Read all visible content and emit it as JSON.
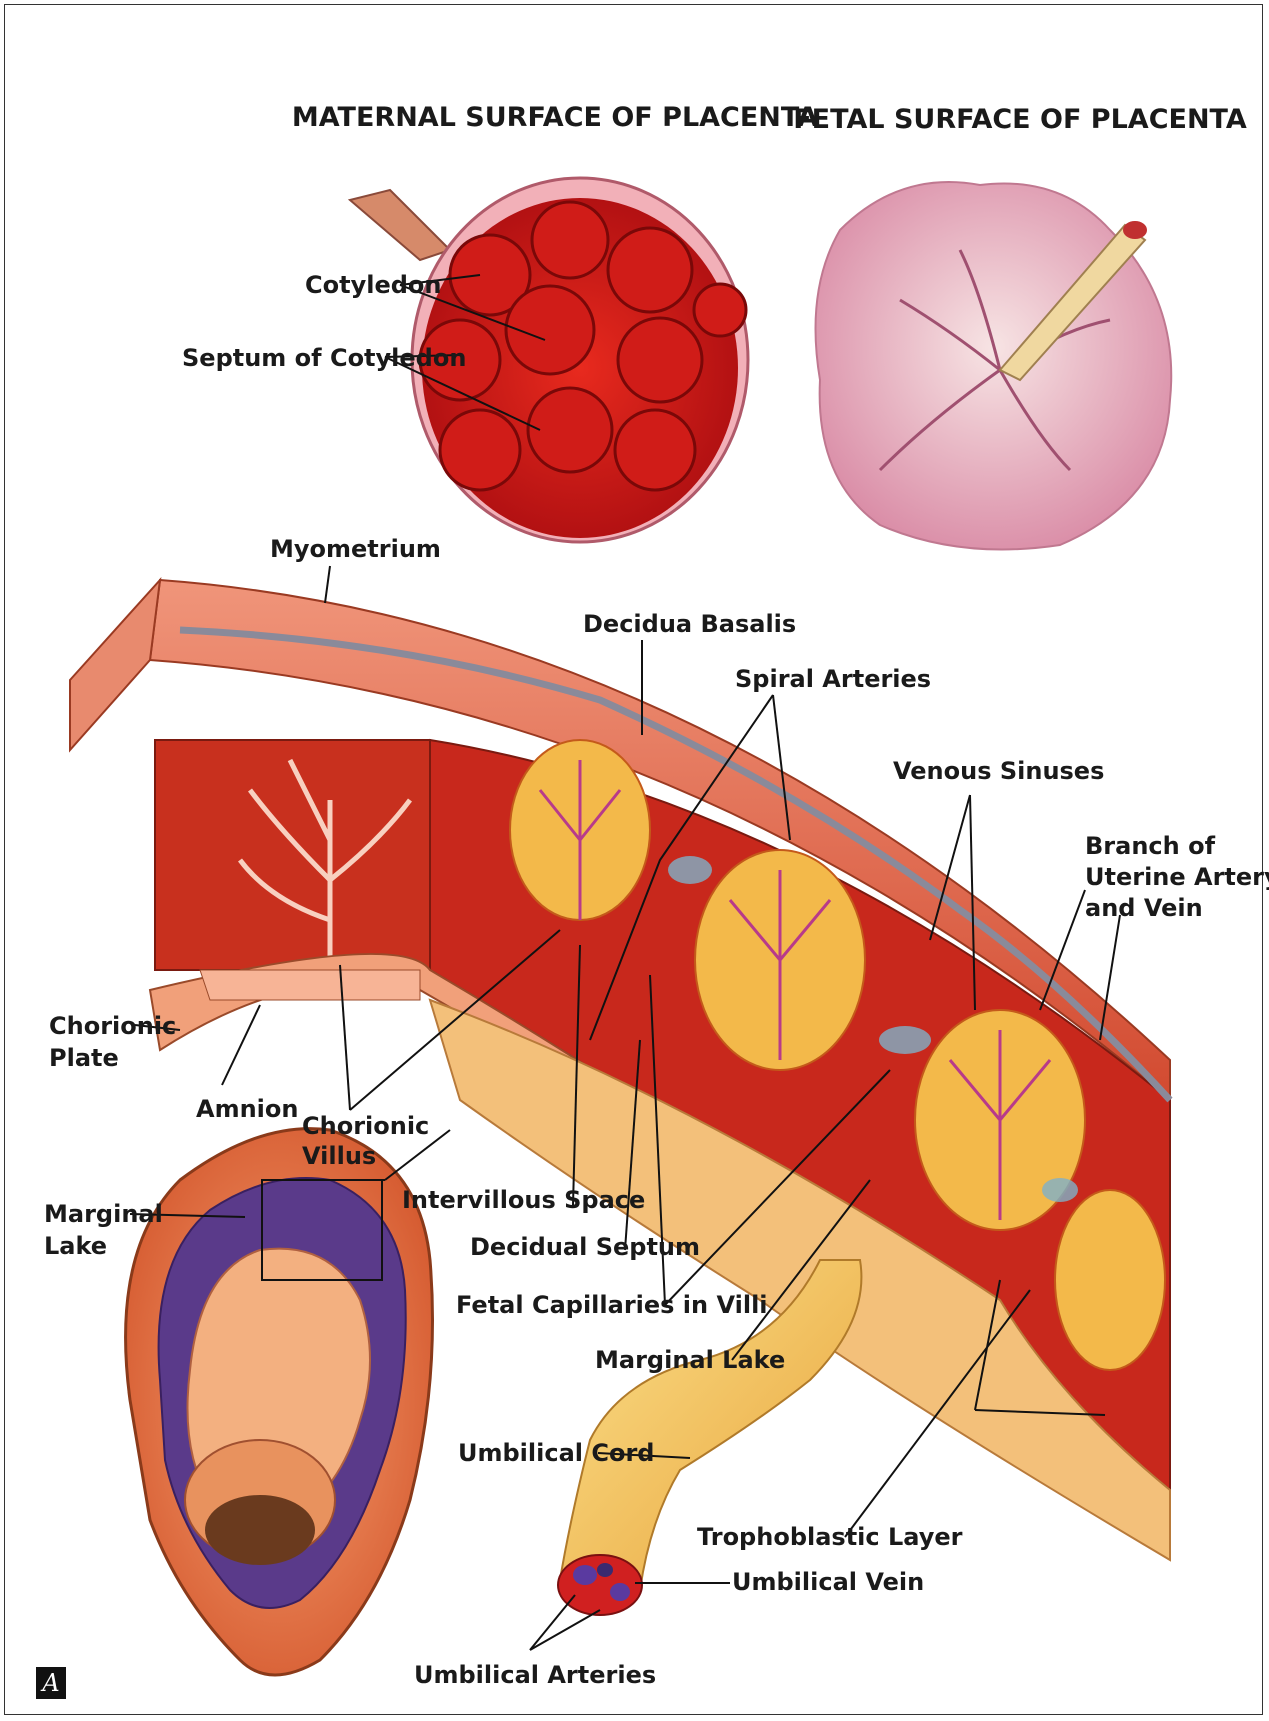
{
  "headings": {
    "maternal": "MATERNAL SURFACE OF PLACENTA",
    "fetal": "FETAL SURFACE OF PLACENTA"
  },
  "labels": {
    "cotyledon": "Cotyledon",
    "septum_of_cotyledon": "Septum of Cotyledon",
    "myometrium": "Myometrium",
    "decidua_basalis": "Decidua Basalis",
    "spiral_arteries": "Spiral Arteries",
    "venous_sinuses": "Venous Sinuses",
    "branch_line1": "Branch of",
    "branch_line2": "Uterine Artery",
    "branch_line3": "and Vein",
    "chorionic_plate_line1": "Chorionic",
    "chorionic_plate_line2": "Plate",
    "amnion": "Amnion",
    "chorionic_villus_line1": "Chorionic",
    "chorionic_villus_line2": "Villus",
    "intervillous_space": "Intervillous Space",
    "marginal_lake_left_line1": "Marginal",
    "marginal_lake_left_line2": "Lake",
    "decidual_septum": "Decidual Septum",
    "fetal_capillaries": "Fetal Capillaries in Villi",
    "marginal_lake": "Marginal Lake",
    "umbilical_cord": "Umbilical Cord",
    "trophoblastic_layer": "Trophoblastic Layer",
    "umbilical_vein": "Umbilical Vein",
    "umbilical_arteries": "Umbilical Arteries"
  },
  "panel_letter": "A",
  "colors": {
    "maternal_red": "#c8141a",
    "fetal_pink": "#e8b4c0",
    "myometrium": "#e06a4a",
    "villi_yellow": "#f2b844",
    "cord_yellow": "#f5c95a",
    "vein_blue": "#5a4aa0"
  }
}
